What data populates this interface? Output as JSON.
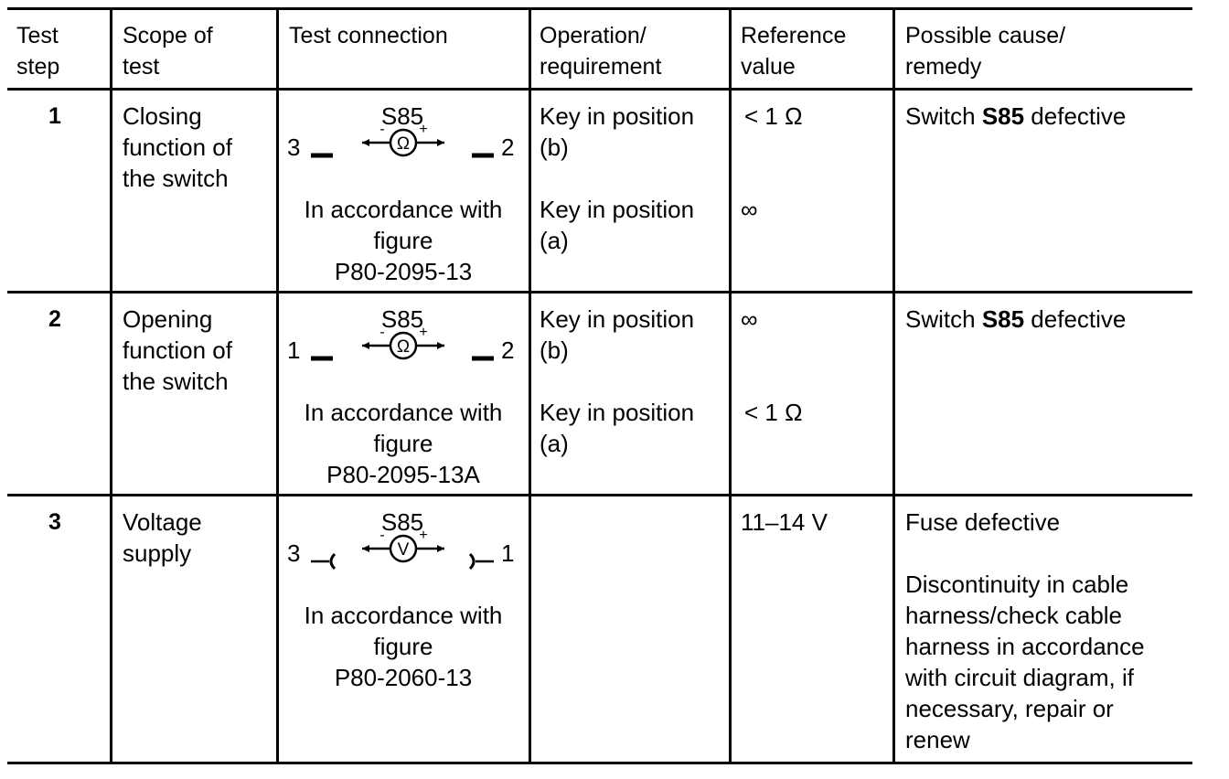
{
  "headers": {
    "test_step": [
      "Test",
      "step"
    ],
    "scope": [
      "Scope of",
      "test"
    ],
    "connection": [
      "Test connection"
    ],
    "operation": [
      "Operation/",
      "requirement"
    ],
    "reference": [
      "Reference",
      "value"
    ],
    "cause": [
      "Possible cause/",
      "remedy"
    ]
  },
  "rows": [
    {
      "step": "1",
      "scope": [
        "Closing",
        "function of",
        "the switch"
      ],
      "component": "S85",
      "pin_left": "3",
      "pin_right": "2",
      "meter": "Ω",
      "accordance": [
        "In accordance with",
        "figure",
        "P80-2095-13"
      ],
      "op1": [
        "Key in position",
        "(b)"
      ],
      "op2": [
        "Key in position",
        "(a)"
      ],
      "ref1": "< 1 Ω",
      "ref2": "∞",
      "cause_pre": "Switch ",
      "cause_bold": "S85",
      "cause_post": " defective"
    },
    {
      "step": "2",
      "scope": [
        "Opening",
        "function of",
        "the switch"
      ],
      "component": "S85",
      "pin_left": "1",
      "pin_right": "2",
      "meter": "Ω",
      "accordance": [
        "In accordance with",
        "figure",
        "P80-2095-13A"
      ],
      "op1": [
        "Key in position",
        "(b)"
      ],
      "op2": [
        "Key in position",
        "(a)"
      ],
      "ref1": "∞",
      "ref2": "< 1 Ω",
      "cause_pre": "Switch ",
      "cause_bold": "S85",
      "cause_post": " defective"
    },
    {
      "step": "3",
      "scope": [
        "Voltage",
        "supply"
      ],
      "component": "S85",
      "pin_left": "3",
      "pin_right": "1",
      "meter": "V",
      "accordance": [
        "In accordance with",
        "figure",
        "P80-2060-13"
      ],
      "ref1": "11–14 V",
      "cause1": "Fuse defective",
      "cause2": [
        "Discontinuity in cable",
        "harness/check cable",
        "harness in accordance",
        "with circuit diagram, if",
        "necessary, repair or",
        "renew"
      ]
    }
  ],
  "symbols": {
    "minus": "-",
    "plus": "+"
  }
}
